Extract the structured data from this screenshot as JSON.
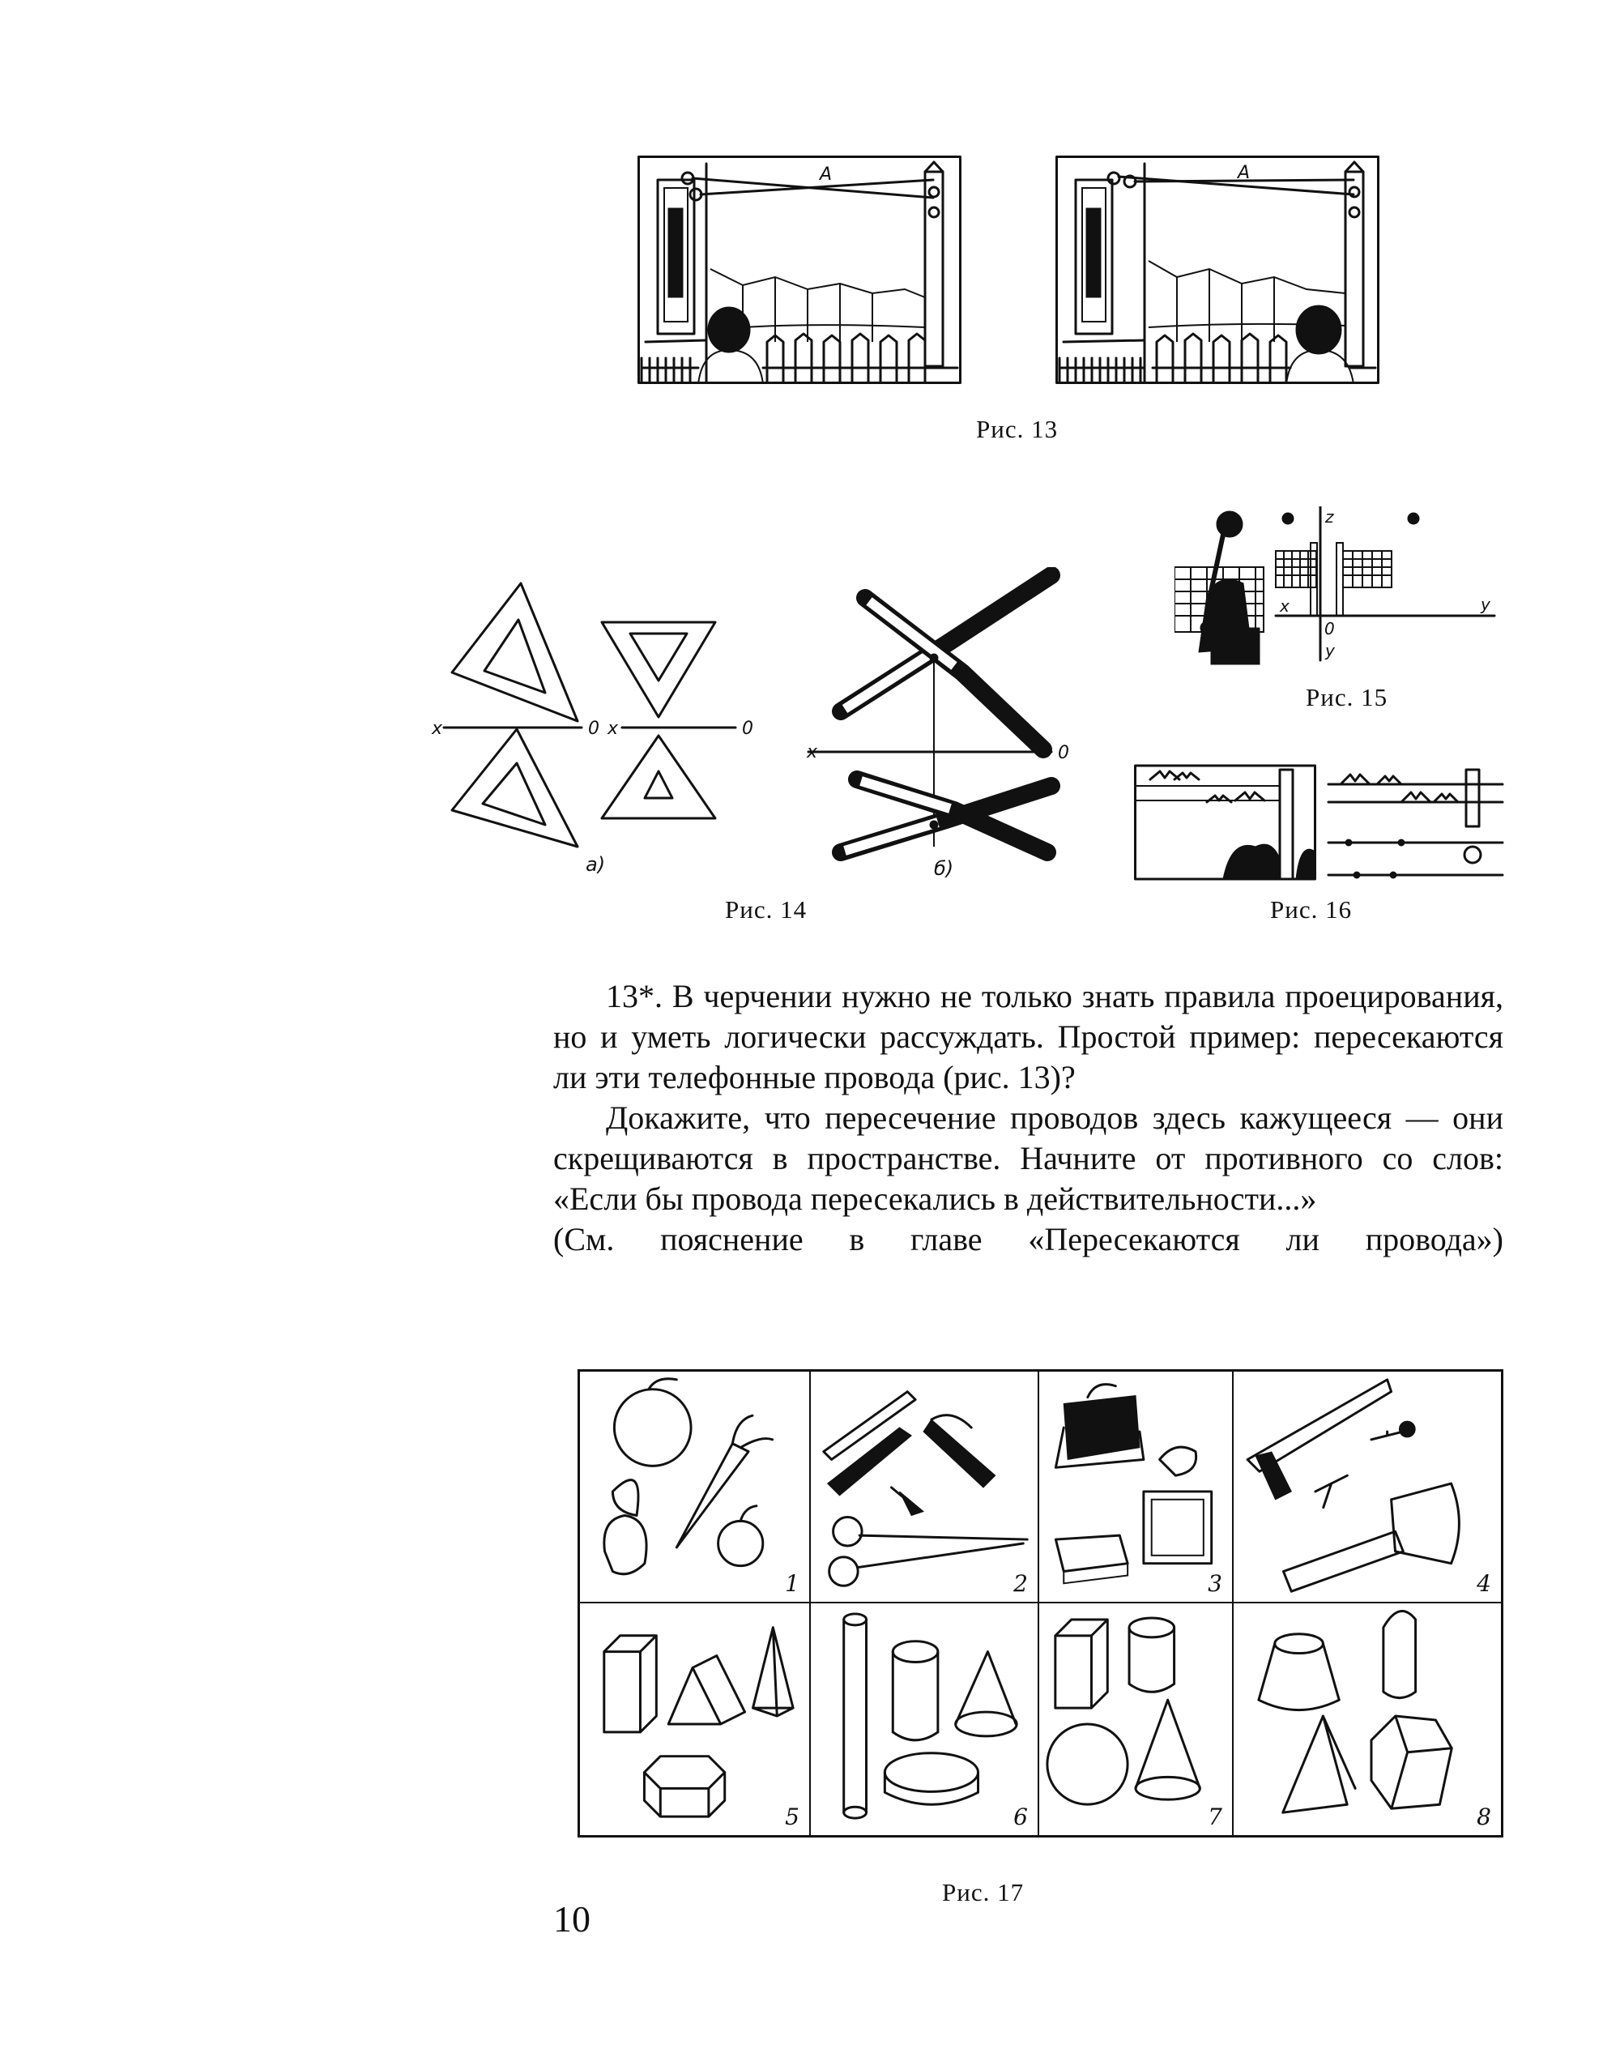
{
  "figures": {
    "fig13": {
      "caption": "Рис. 13",
      "wire_label": "A"
    },
    "fig14": {
      "caption": "Рис. 14",
      "axis_x": "x",
      "axis_0": "0",
      "sub_a": "а)",
      "sub_b": "б)"
    },
    "fig15": {
      "caption": "Рис. 15",
      "axis_x": "x",
      "axis_y": "y",
      "axis_z": "z",
      "axis_0": "0"
    },
    "fig16": {
      "caption": "Рис. 16"
    },
    "fig17": {
      "caption": "Рис. 17",
      "cells": [
        "1",
        "2",
        "3",
        "4",
        "5",
        "6",
        "7",
        "8"
      ]
    }
  },
  "text": {
    "p1": "13*. В черчении нужно не только знать правила проецирования, но и уметь логически рассуждать. Простой пример: пересекаются ли эти телефонные провода (рис. 13)?",
    "p2": "Докажите, что пересечение проводов здесь кажущееся — они скрещиваются в пространстве. Начните от противного со слов: «Если бы провода пересекались в действительности...»",
    "p3": "(См. пояснение в главе «Пересекаются ли провода»)"
  },
  "page_number": "10"
}
